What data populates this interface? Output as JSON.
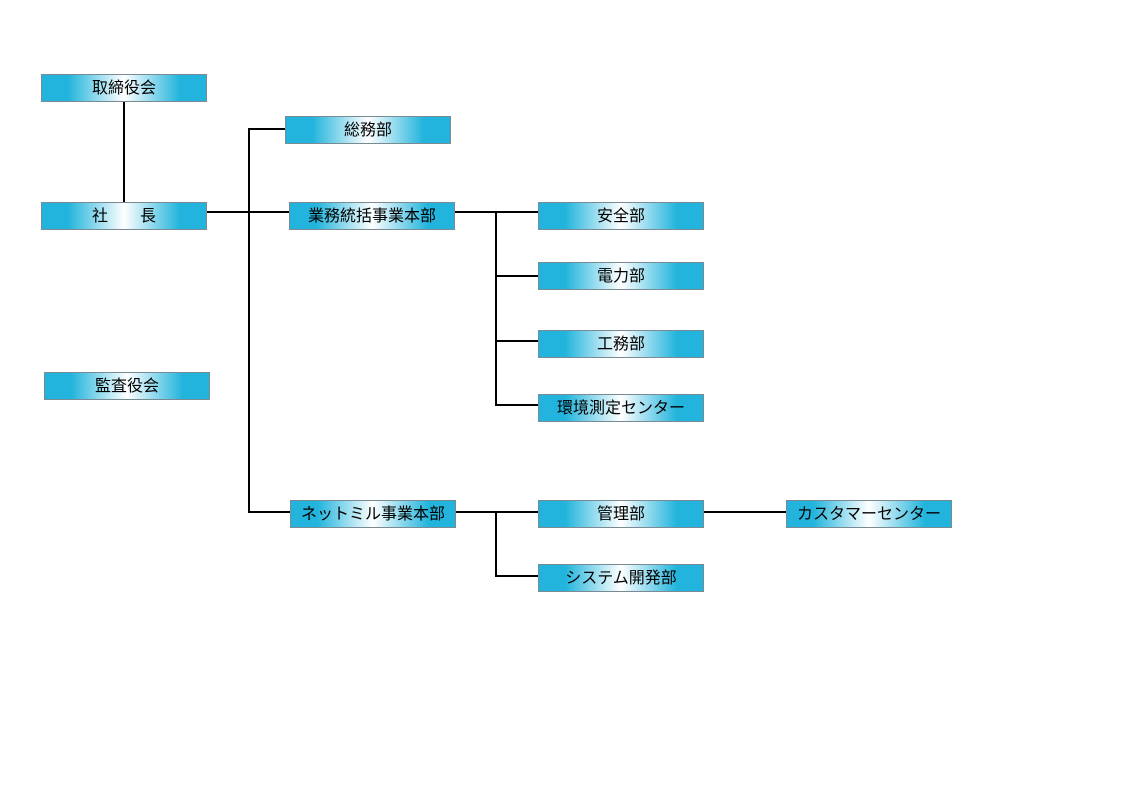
{
  "org_chart": {
    "board": "取締役会",
    "president": "社　　長",
    "auditors": "監査役会",
    "general_affairs": "総務部",
    "business_hq": {
      "label": "業務統括事業本部",
      "departments": [
        "安全部",
        "電力部",
        "工務部",
        "環境測定センター"
      ]
    },
    "netmil_hq": {
      "label": "ネットミル事業本部",
      "management": "管理部",
      "customer_center": "カスタマーセンター",
      "system_dev": "システム開発部"
    }
  },
  "colors": {
    "box_fill": "#22b4dc",
    "box_highlight": "#ffffff",
    "box_border": "#7a8a92",
    "connector": "#000000"
  }
}
